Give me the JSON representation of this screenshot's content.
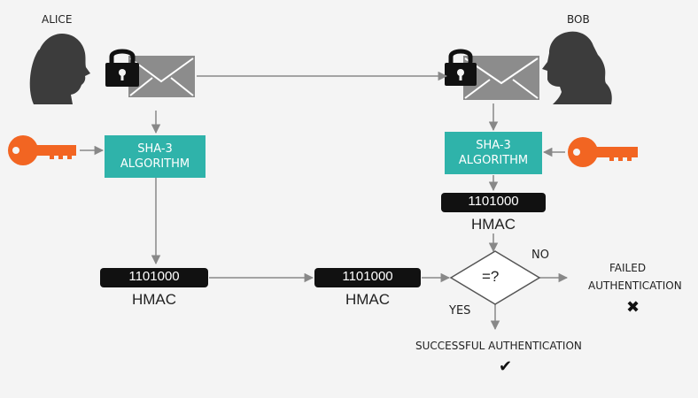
{
  "alice": {
    "name": "ALICE"
  },
  "bob": {
    "name": "BOB"
  },
  "algorithm": {
    "line1": "SHA-3",
    "line2": "ALGORITHM"
  },
  "hash": {
    "value": "1101000",
    "label": "HMAC"
  },
  "compare": {
    "symbol": "=?",
    "no_label": "NO",
    "yes_label": "YES"
  },
  "failed": {
    "line1": "FAILED",
    "line2": "AUTHENTICATION",
    "mark": "✖"
  },
  "success": {
    "text": "SUCCESSFUL AUTHENTICATION",
    "mark": "✔"
  },
  "colors": {
    "key": "#f26522",
    "algorithm": "#2fb3aa",
    "envelope": "#8c8c8c",
    "hash_box": "#111111",
    "arrow": "#888888"
  }
}
